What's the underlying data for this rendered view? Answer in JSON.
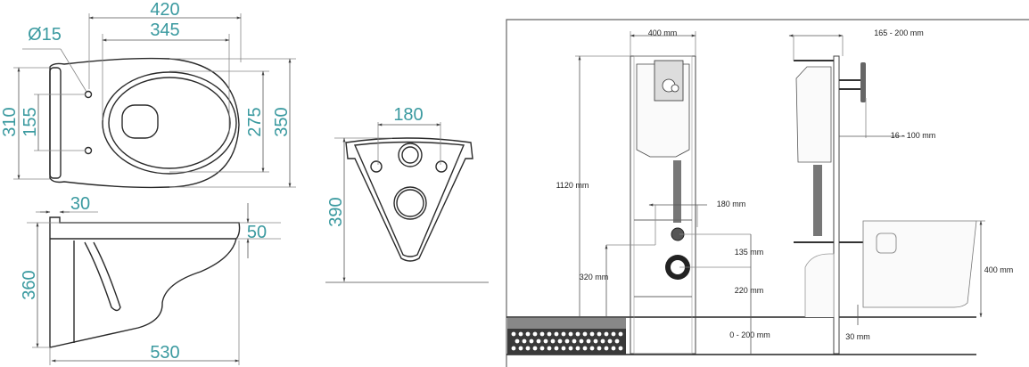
{
  "bowl_drawing": {
    "top_view": {
      "width_overall": "420",
      "width_inner": "345",
      "hole_diameter": "Ø15",
      "depth_outer": "310",
      "hole_spacing": "155",
      "bowl_inner": "275",
      "depth_overall": "350"
    },
    "side_view": {
      "offset": "30",
      "rim_height": "50",
      "height": "360",
      "length": "530"
    },
    "rear_view": {
      "bolt_spacing": "180",
      "height": "390"
    }
  },
  "installation_drawing": {
    "frame_width": "400 mm",
    "frame_height": "1120 mm",
    "bolt_spacing": "180 mm",
    "inlet_offset": "135 mm",
    "outlet_height": "220 mm",
    "floor_adjust": "0 - 200 mm",
    "bolt_height": "320 mm",
    "wall_depth": "165 - 200 mm",
    "bracket_range": "16 - 100 mm",
    "bowl_height": "400 mm",
    "gap": "30 mm"
  }
}
